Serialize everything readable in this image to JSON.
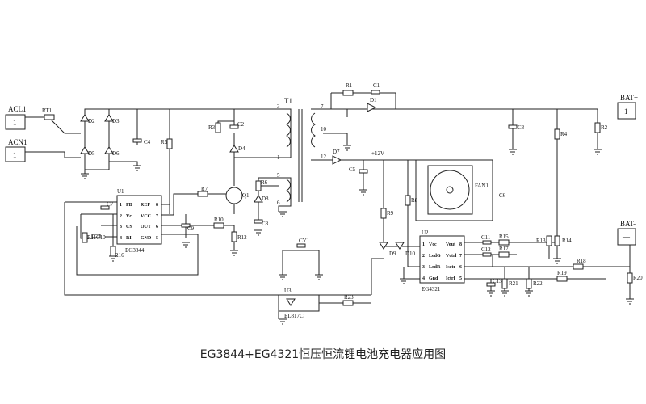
{
  "caption": "EG3844+EG4321恒压恒流锂电池充电器应用图",
  "labels": {
    "acl1": "ACL1",
    "acn1": "ACN1",
    "ac_pin": "1",
    "rt1": "RT1",
    "d2": "D2",
    "d3": "D3",
    "d5": "D5",
    "d6": "D6",
    "c4": "C4",
    "r5": "R5",
    "u1": "U1",
    "u1_part": "EG3844",
    "u1_pins": [
      "FB",
      "Vc",
      "CS",
      "RI",
      "REF",
      "VCC",
      "OUT",
      "GND"
    ],
    "u1_nums": [
      "1",
      "2",
      "3",
      "4",
      "8",
      "7",
      "6",
      "5"
    ],
    "c7": "C7",
    "r10": "R10",
    "r11": "R11",
    "c10": "C10",
    "r16": "R16",
    "c9": "C9",
    "r7": "R7",
    "q1": "Q1",
    "r12": "R12",
    "r3": "R3",
    "c2": "C2",
    "d4": "D4",
    "r6": "R6",
    "d8": "D8",
    "c8": "C8",
    "t1": "T1",
    "t1_pins": [
      "3",
      "1",
      "5",
      "6",
      "7",
      "10",
      "12"
    ],
    "cy1": "CY1",
    "u3": "U3",
    "u3_part": "EL817C",
    "r23": "R23",
    "r1": "R1",
    "c1": "C1",
    "d1": "D1",
    "d7": "D7",
    "v12": "+12V",
    "c5": "C5",
    "c3": "C3",
    "r4": "R4",
    "r2": "R2",
    "fan1": "FAN1",
    "c6": "C6",
    "r8": "R8",
    "r9": "R9",
    "d9": "D9",
    "d10": "D10",
    "u2": "U2",
    "u2_part": "EG4321",
    "u2_pins": [
      "Vcc",
      "LedG",
      "LedR",
      "Gnd",
      "Vout",
      "Vctrl",
      "Isetr",
      "Ictrl"
    ],
    "u2_nums": [
      "1",
      "2",
      "3",
      "4",
      "8",
      "7",
      "6",
      "5"
    ],
    "c11": "C11",
    "c12": "C12",
    "r15": "R15",
    "r17": "R17",
    "c13": "C13",
    "r21": "R21",
    "r22": "R22",
    "r19": "R19",
    "r18": "R18",
    "r13": "R13",
    "r14": "R14",
    "r20": "R20",
    "bat_pos": "BAT+",
    "bat_neg": "BAT-",
    "bat_pos_pin": "1",
    "bat_neg_pin": "—"
  }
}
